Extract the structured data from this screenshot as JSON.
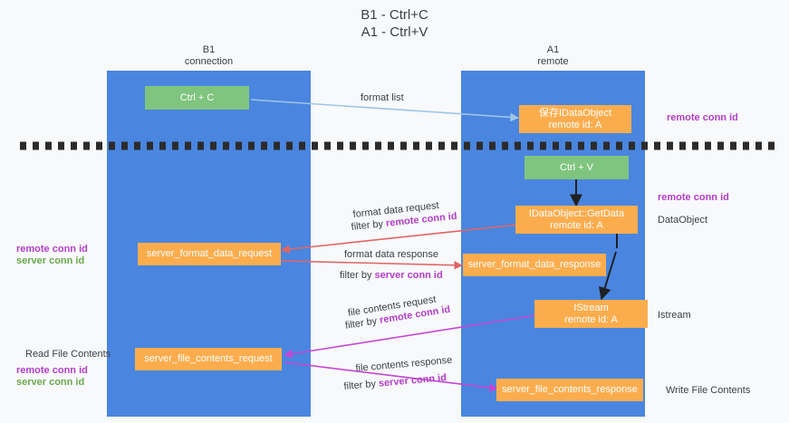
{
  "title": {
    "line1": "B1 - Ctrl+C",
    "line2": "A1 - Ctrl+V"
  },
  "columns": [
    {
      "name": "B1",
      "sub": "connection"
    },
    {
      "name": "A1",
      "sub": "remote"
    }
  ],
  "nodes": {
    "ctrl_c": {
      "line1": "Ctrl + C"
    },
    "save_idataobject": {
      "line1": "保存IDataObject",
      "line2": "remote id: A"
    },
    "ctrl_v": {
      "line1": "Ctrl + V"
    },
    "getdata": {
      "line1": "IDataObject::GetData",
      "line2": "remote id: A"
    },
    "server_format_data_request": {
      "line1": "server_format_data_request"
    },
    "server_format_data_response": {
      "line1": "server_format_data_response"
    },
    "istream": {
      "line1": "IStream",
      "line2": "remote id: A"
    },
    "server_file_contents_request": {
      "line1": "server_file_contents_request"
    },
    "server_file_contents_response": {
      "line1": "server_file_contents_response"
    }
  },
  "edge_labels": {
    "format_list": "format list",
    "format_data_request": "format data request",
    "format_data_request_filter_prefix": "filter by ",
    "format_data_request_filter_key": "remote conn id",
    "format_data_response": "format data response",
    "format_data_response_filter_prefix": "filter by ",
    "format_data_response_filter_key": "server conn id",
    "file_contents_request": "file contents request",
    "file_contents_request_filter_prefix": "filter by ",
    "file_contents_request_filter_key": "remote conn id",
    "file_contents_response": "file contents response",
    "file_contents_response_filter_prefix": "filter by ",
    "file_contents_response_filter_key": "server conn id"
  },
  "annotations": {
    "right_remote_conn_id_top": "remote conn id",
    "right_remote_conn_id_mid": "remote conn id",
    "right_dataobject": "DataObject",
    "right_istream": "Istream",
    "right_write_file_contents": "Write File Contents",
    "left_remote_conn_id_1": "remote conn id",
    "left_server_conn_id_1": "server conn id",
    "left_read_file_contents": "Read File Contents",
    "left_remote_conn_id_2": "remote conn id",
    "left_server_conn_id_2": "server conn id"
  },
  "colors": {
    "lane": "#4a86df",
    "node_green": "#7fc47f",
    "node_orange": "#fbad4e",
    "arrow_light_blue": "#9fc5e8",
    "arrow_red": "#e06666",
    "arrow_magenta": "#c346d4",
    "arrow_black": "#202124",
    "key_purple": "#b23ec8",
    "key_green": "#6aa84f",
    "background": "#f8f9fa"
  }
}
